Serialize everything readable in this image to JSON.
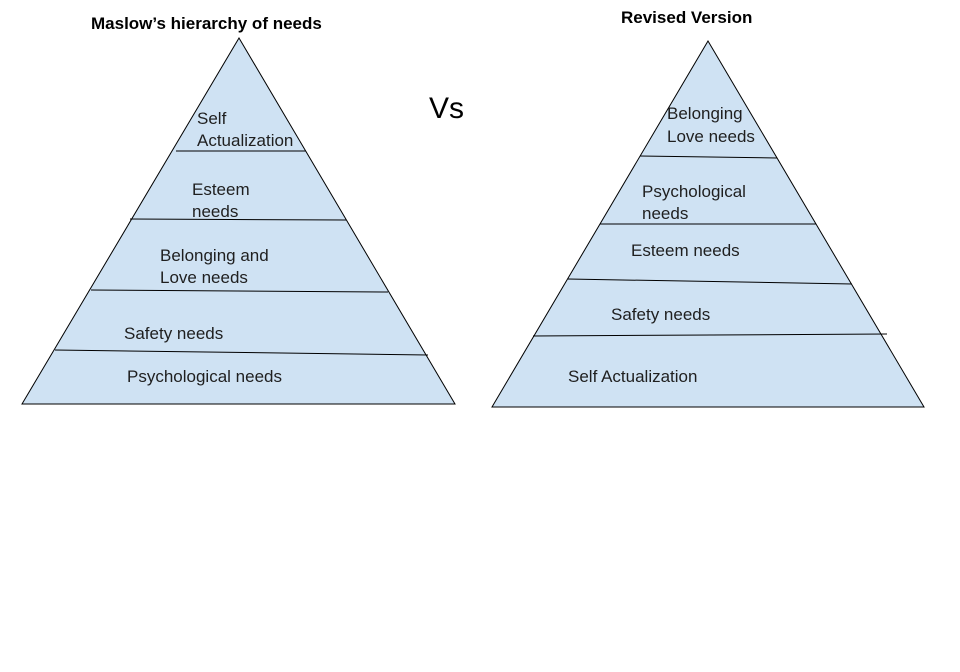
{
  "left_pyramid": {
    "title": "Maslow’s hierarchy of needs",
    "levels": [
      {
        "line1": "Self",
        "line2": "Actualization"
      },
      {
        "line1": "Esteem",
        "line2": "needs"
      },
      {
        "line1": "Belonging and",
        "line2": "Love needs"
      },
      {
        "line1": "Safety needs",
        "line2": ""
      },
      {
        "line1": "Psychological needs",
        "line2": ""
      }
    ]
  },
  "vs_label": "Vs",
  "right_pyramid": {
    "title": "Revised Version",
    "levels": [
      {
        "line1": "Belonging",
        "line2": "Love needs"
      },
      {
        "line1": "Psychological",
        "line2": "needs"
      },
      {
        "line1": "Esteem needs",
        "line2": ""
      },
      {
        "line1": "Safety needs",
        "line2": ""
      },
      {
        "line1": "Self Actualization",
        "line2": ""
      }
    ]
  },
  "colors": {
    "pyramid_fill": "#cfe2f3",
    "stroke": "#000000"
  }
}
